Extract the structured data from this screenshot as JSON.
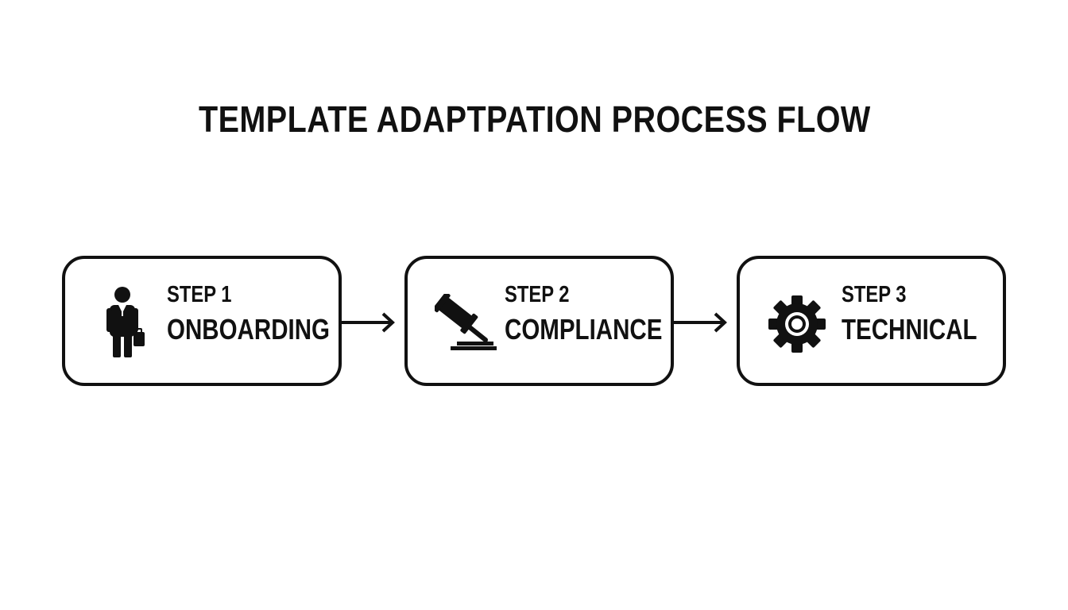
{
  "diagram": {
    "title": "TEMPLATE ADAPTPATION PROCESS FLOW",
    "steps": [
      {
        "number": "STEP 1",
        "name": "ONBOARDING",
        "icon": "businessman-icon"
      },
      {
        "number": "STEP 2",
        "name": "COMPLIANCE",
        "icon": "gavel-icon"
      },
      {
        "number": "STEP 3",
        "name": "TECHNICAL",
        "icon": "gear-icon"
      }
    ],
    "connectors": [
      {
        "from": "STEP 1",
        "to": "STEP 2"
      },
      {
        "from": "STEP 2",
        "to": "STEP 3"
      }
    ],
    "colors": {
      "ink": "#111111",
      "background": "#ffffff"
    }
  }
}
